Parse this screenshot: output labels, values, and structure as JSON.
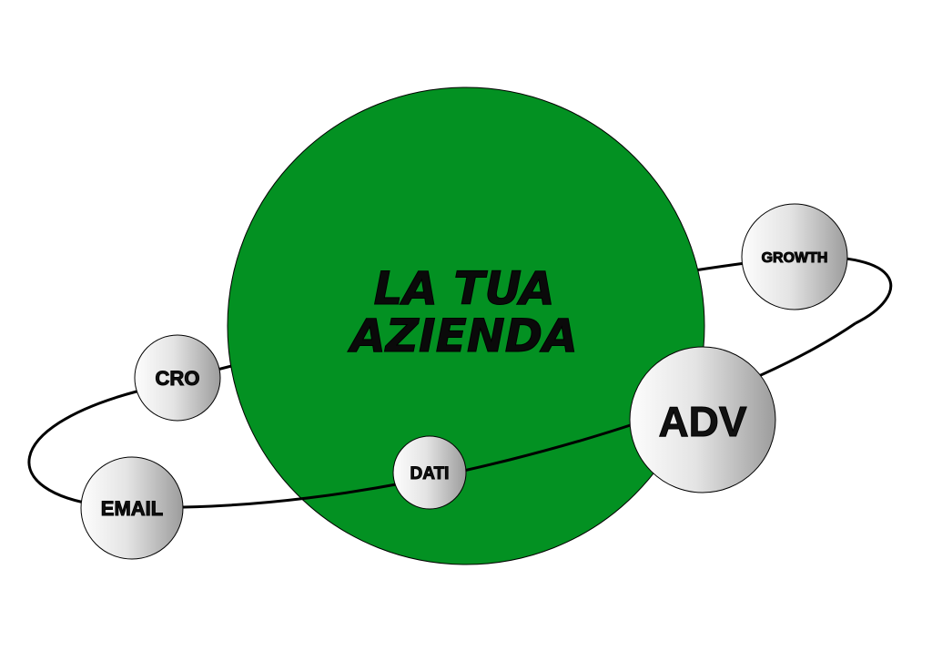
{
  "diagram": {
    "center": {
      "lines": [
        "LA TUA",
        "AZIENDA"
      ],
      "color": "#039122",
      "text_color": "#0a0a0a"
    },
    "orbit_color": "#000000",
    "nodes": [
      {
        "id": "growth",
        "label": "GROWTH"
      },
      {
        "id": "cro",
        "label": "CRO"
      },
      {
        "id": "adv",
        "label": "ADV"
      },
      {
        "id": "dati",
        "label": "DATI"
      },
      {
        "id": "email",
        "label": "EMAIL"
      }
    ],
    "node_gradient": [
      "#ffffff",
      "#9a9a9a"
    ]
  }
}
